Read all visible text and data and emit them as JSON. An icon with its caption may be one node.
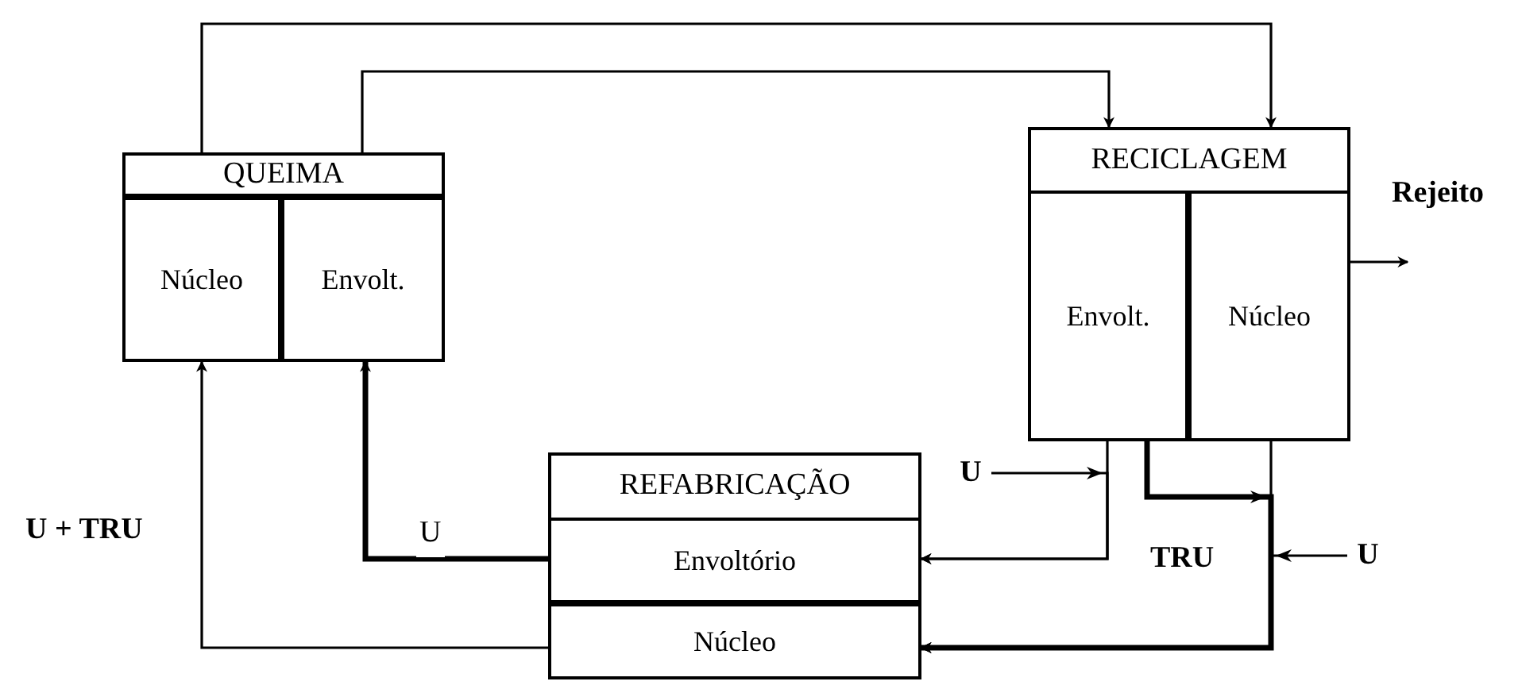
{
  "diagram": {
    "nodes": [
      {
        "text": [
          "QUEIMA"
        ]
      },
      {
        "text": [
          "Núcleo"
        ],
        "in": 0
      },
      {
        "text": [
          "Envolt."
        ],
        "in": 0
      },
      {
        "text": [
          "RECICLAGEM"
        ]
      },
      {
        "text": [
          "Envolt."
        ],
        "in": 3
      },
      {
        "text": [
          "Núcleo"
        ],
        "in": 3
      },
      {
        "text": [
          "REFABRICAÇÃO"
        ]
      },
      {
        "text": [
          "Envoltório"
        ],
        "in": 6
      },
      {
        "text": [
          "Núcleo"
        ],
        "in": 6
      },
      {
        "text": [
          "U"
        ]
      },
      {
        "text": [
          "U"
        ]
      }
    ],
    "edges": [
      {
        "from": 0,
        "to": 3,
        "arrow": "to"
      },
      {
        "from": 0,
        "to": 3,
        "arrow": "to"
      },
      {
        "from": 4,
        "to": 7,
        "arrow": "to"
      },
      {
        "from": 5,
        "to": 8,
        "arrow": "to"
      },
      {
        "from": 4,
        "to": 8,
        "arrow": "to",
        "style": "thick"
      },
      {
        "from": 9,
        "to": 7,
        "arrow": "to"
      },
      {
        "from": 10,
        "to": 8,
        "arrow": "to"
      },
      {
        "from": 7,
        "to": 2,
        "arrow": "to",
        "label": "U",
        "style": "thick"
      },
      {
        "from": 8,
        "to": 1,
        "arrow": "to",
        "label": "U + TRU"
      },
      {
        "from": 5,
        "to": null,
        "arrow": "to"
      }
    ],
    "labels": [
      "Rejeito",
      "TRU"
    ]
  }
}
